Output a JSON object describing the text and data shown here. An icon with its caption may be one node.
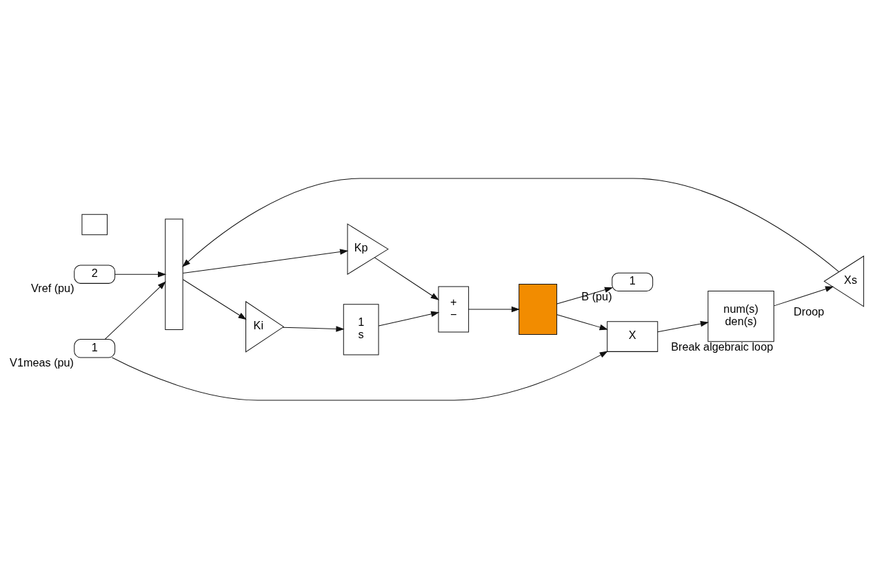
{
  "diagram": {
    "nodes": [
      {
        "text": [
          "1"
        ],
        "beside": [
          "V1meas (pu)"
        ]
      },
      {
        "text": [
          "2"
        ],
        "beside": [
          "Vref (pu)"
        ]
      },
      {
        "text": [],
        "shape": "bar"
      },
      {
        "text": [
          "Kp"
        ]
      },
      {
        "text": [
          "Ki"
        ]
      },
      {
        "text": [
          "1",
          "s"
        ]
      },
      {
        "text": [
          "+",
          "−"
        ]
      },
      {
        "text": [],
        "shape": "box"
      },
      {
        "text": [
          "1"
        ],
        "beside": [
          "B (pu)"
        ]
      },
      {
        "text": [
          "X"
        ]
      },
      {
        "text": [
          "num(s)",
          "den(s)"
        ],
        "beside": [
          "Break algebraic loop"
        ]
      },
      {
        "text": [
          "Xs"
        ],
        "beside": [
          "Droop"
        ]
      },
      {
        "text": [],
        "shape": "box"
      }
    ],
    "edges": [
      {
        "from": 0,
        "to": 2,
        "arrow": "to"
      },
      {
        "from": 0,
        "to": 9,
        "arrow": "to"
      },
      {
        "from": 1,
        "to": 2,
        "arrow": "to"
      },
      {
        "from": 2,
        "to": 3,
        "arrow": "to"
      },
      {
        "from": 2,
        "to": 4,
        "arrow": "to"
      },
      {
        "from": 3,
        "to": 6,
        "arrow": "to"
      },
      {
        "from": 4,
        "to": 5,
        "arrow": "to"
      },
      {
        "from": 5,
        "to": 6,
        "arrow": "to"
      },
      {
        "from": 6,
        "to": 7,
        "arrow": "to"
      },
      {
        "from": 7,
        "to": 8,
        "arrow": "to"
      },
      {
        "from": 7,
        "to": 9,
        "arrow": "to"
      },
      {
        "from": 9,
        "to": 10,
        "arrow": "to"
      },
      {
        "from": 10,
        "to": 11,
        "arrow": "to"
      },
      {
        "from": 11,
        "to": 2,
        "arrow": "to"
      }
    ]
  }
}
